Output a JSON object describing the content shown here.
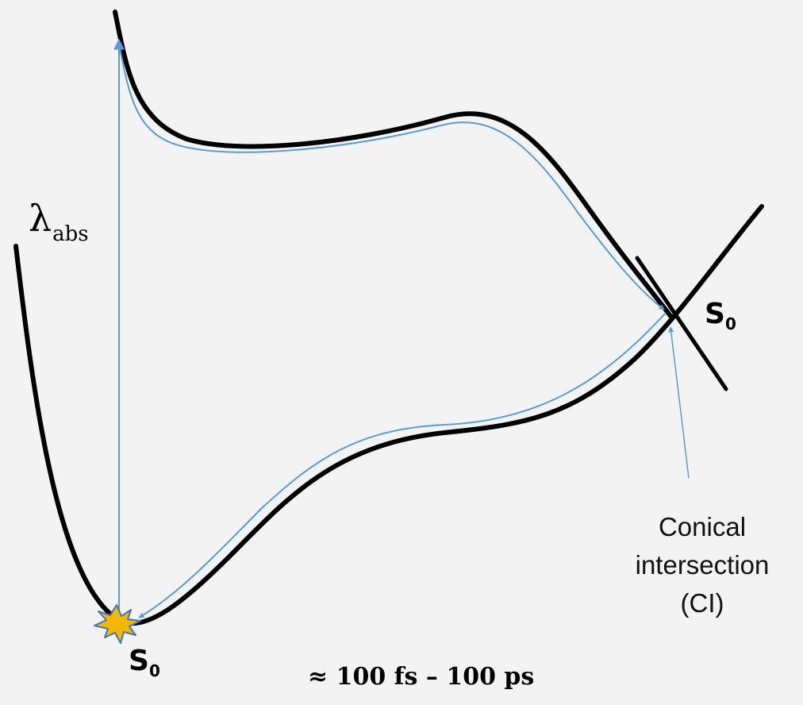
{
  "diagram": {
    "absorption": {
      "symbol": "λ",
      "subscript": "abs"
    },
    "crossing_state": {
      "symbol": "S",
      "subscript": "0"
    },
    "ground_state": {
      "symbol": "S",
      "subscript": "0"
    },
    "conical_intersection": {
      "line1": "Conical",
      "line2": "intersection",
      "line3": "(CI)"
    },
    "timescale": "≈ 100 fs – 100 ps",
    "colors": {
      "surface": "#000000",
      "trajectory": "#5b9bd5",
      "burst_fill": "#f5b800",
      "burst_stroke": "#4472c4",
      "background": "#f3f3f3"
    }
  }
}
